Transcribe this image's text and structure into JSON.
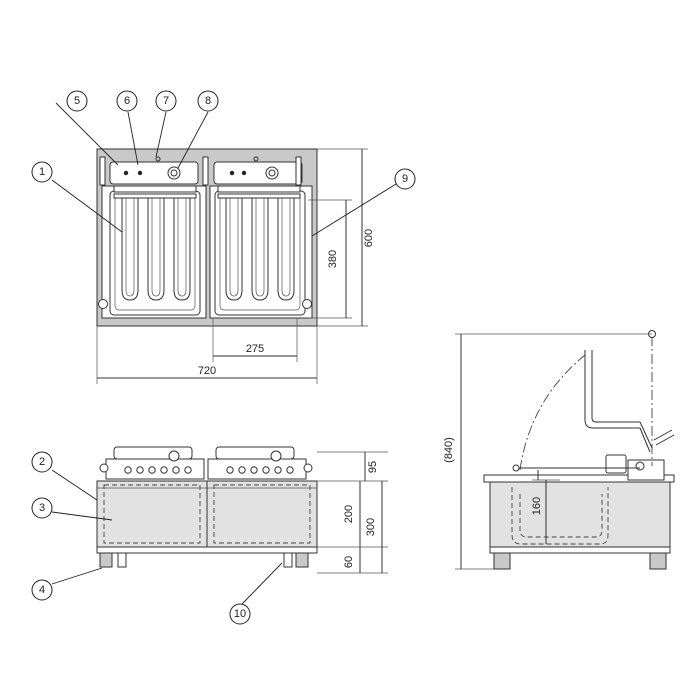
{
  "callouts": [
    "1",
    "2",
    "3",
    "4",
    "5",
    "6",
    "7",
    "8",
    "9",
    "10"
  ],
  "dimensions": {
    "top_width": "720",
    "top_depth": "600",
    "basket_depth": "380",
    "basket_width": "275",
    "front_top": "95",
    "front_tank": "200",
    "front_height": "300",
    "front_leg": "60",
    "side_total": "(840)",
    "side_oil": "160"
  }
}
